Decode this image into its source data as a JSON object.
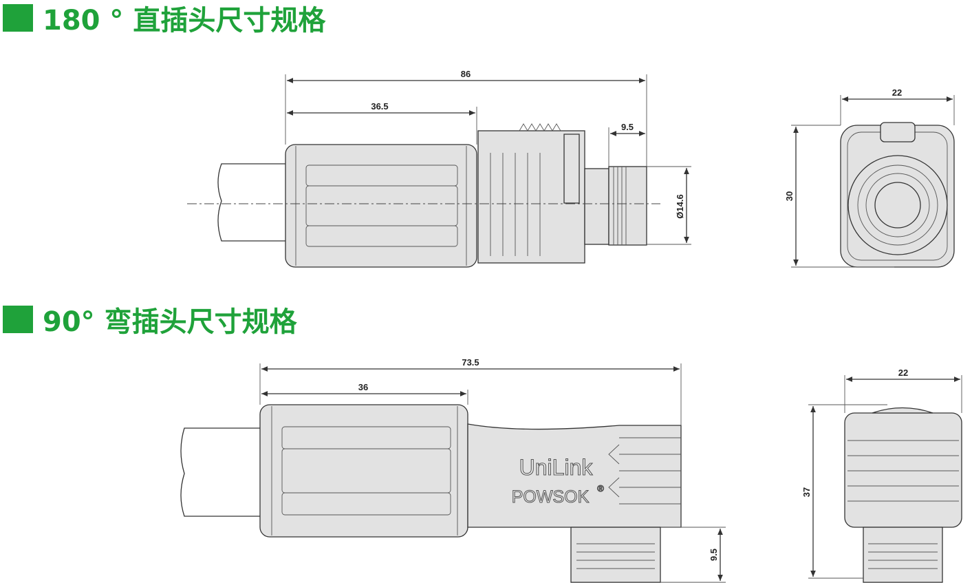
{
  "sections": [
    {
      "title": "180 ° 直插头尺寸规格",
      "dims": {
        "overall": "86",
        "body": "36.5",
        "pin": "9.5",
        "diameter": "Ø14.6",
        "width": "22",
        "height": "30"
      }
    },
    {
      "title": "90° 弯插头尺寸规格",
      "dims": {
        "overall": "73.5",
        "body": "36",
        "pin": "9.5",
        "width": "22",
        "height": "37"
      }
    }
  ],
  "brand": {
    "line1": "UniLink",
    "line2": "POWSOK",
    "mark": "®"
  },
  "colors": {
    "title_green": "#1fa23a",
    "line": "#333333",
    "body_fill": "#e2e2e2"
  }
}
